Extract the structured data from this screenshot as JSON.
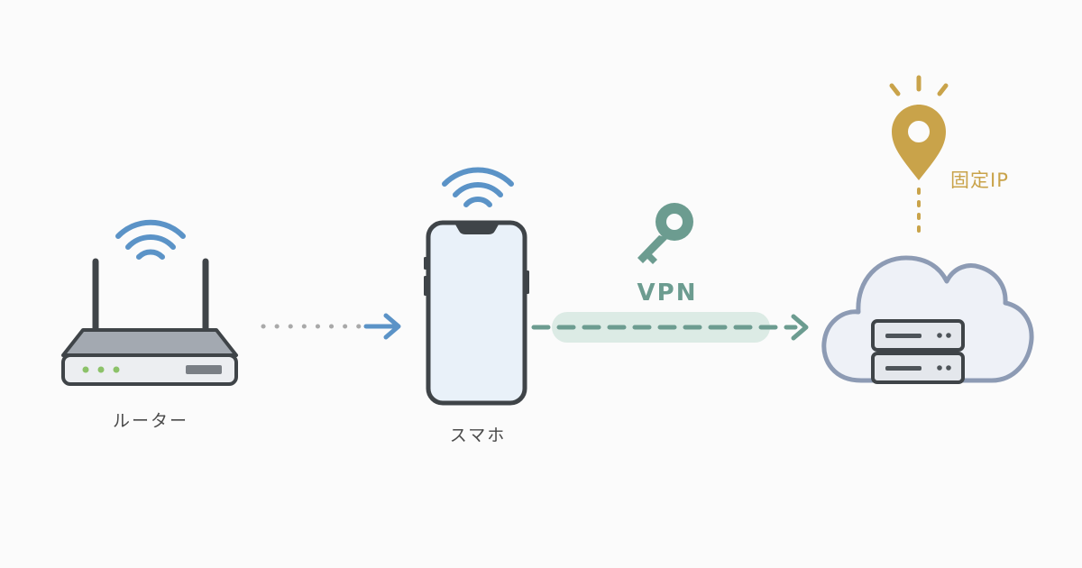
{
  "router": {
    "label": "ルーター"
  },
  "phone": {
    "label": "スマホ"
  },
  "tunnel": {
    "label": "VPN"
  },
  "server": {
    "ip_label": "固定IP"
  },
  "icons": {
    "router": "router-icon",
    "router_wifi": "wifi-icon",
    "phone": "smartphone-icon",
    "phone_wifi": "wifi-icon",
    "key": "key-icon",
    "cloud": "cloud-icon",
    "server": "server-icon",
    "pin": "location-pin-icon"
  },
  "colors": {
    "wifi_blue": "#5b93c7",
    "arrow_gray": "#a9a9a9",
    "vpn_green": "#6c9c90",
    "vpn_tunnel": "#dcebe5",
    "pin_gold": "#c9a34a",
    "device_outline": "#3f4448",
    "cloud_outline": "#8d9bb4",
    "cloud_fill": "#eef1f7",
    "screen_fill": "#e9f1f9",
    "led_green": "#8cc269"
  }
}
